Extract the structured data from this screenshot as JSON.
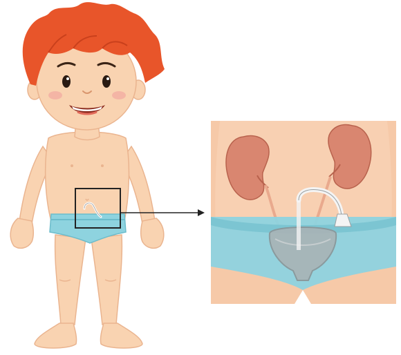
{
  "figure": {
    "subject": "child-full-body",
    "inset": "urinary-system-closeup",
    "callout": "arrow-from-box-to-inset"
  },
  "colors": {
    "skin": "#f9d3b1",
    "skin_shadow": "#eab48f",
    "hair": "#e8552a",
    "hair_dark": "#c9401c",
    "underwear": "#8ed3df",
    "underwear_dark": "#6cbccb",
    "kidney": "#d98670",
    "kidney_dark": "#b8624d",
    "bladder": "#a9b3b6",
    "tube": "#f4f4f4",
    "outline": "#222222",
    "inset_bg": "#f6c9a8"
  }
}
